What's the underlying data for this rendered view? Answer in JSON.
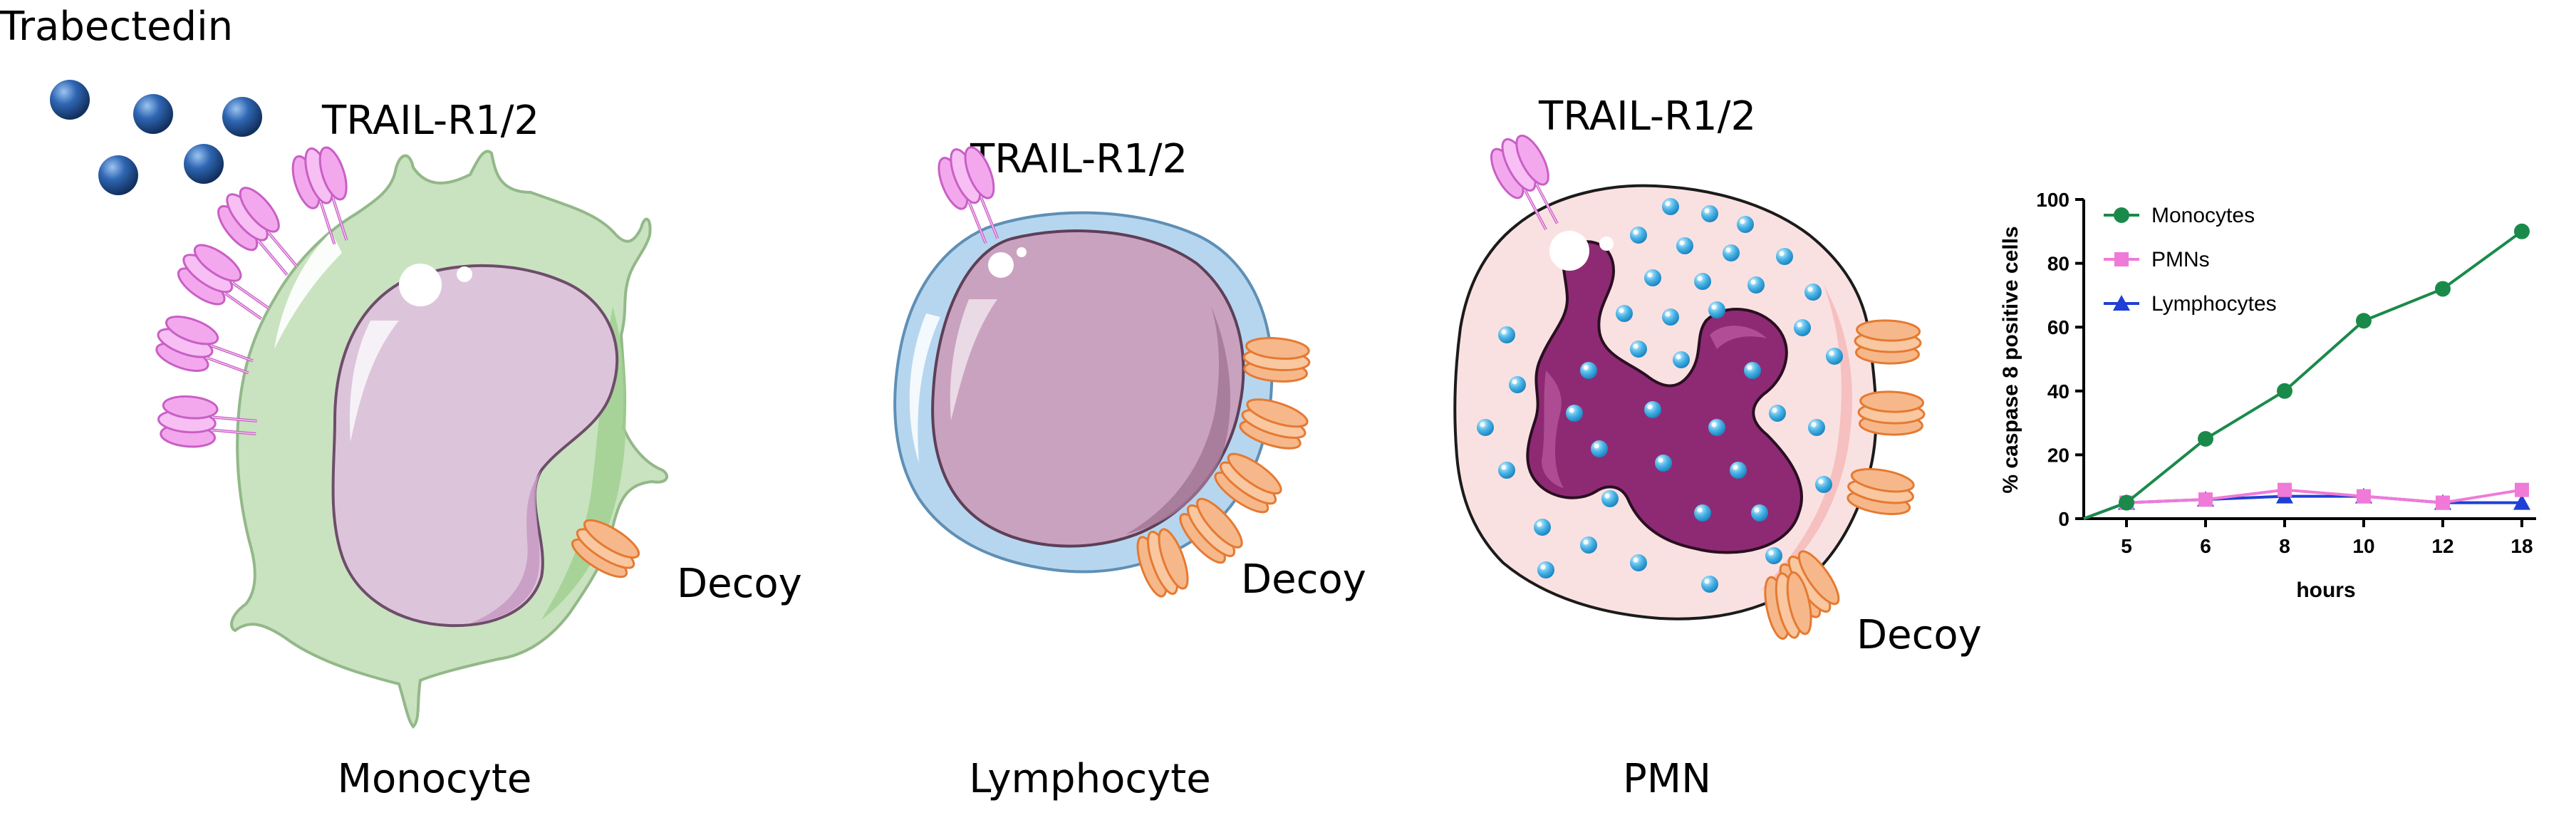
{
  "labels": {
    "trabectedin": "Trabectedin",
    "receptor": "TRAIL-R1/2",
    "decoy": "Decoy"
  },
  "cells": {
    "monocyte": "Monocyte",
    "lymphocyte": "Lymphocyte",
    "pmn": "PMN"
  },
  "colors": {
    "monocyte_series": "#1a8a4a",
    "pmn_series": "#f07ad8",
    "lymphocyte_series": "#1f3fd6",
    "receptor": "#f3a8ee",
    "decoy": "#f6b88a",
    "drug": "#2a5ea8"
  },
  "chart_data": {
    "type": "line",
    "xlabel": "hours",
    "ylabel": "% caspase 8 positive cells",
    "categories": [
      "5",
      "6",
      "8",
      "10",
      "12",
      "18"
    ],
    "ylim": [
      0,
      100
    ],
    "yticks": [
      0,
      20,
      40,
      60,
      80,
      100
    ],
    "legend_position": "top-left",
    "grid": false,
    "series": [
      {
        "name": "Monocytes",
        "marker": "circle",
        "values": [
          5,
          25,
          40,
          62,
          72,
          90
        ]
      },
      {
        "name": "PMNs",
        "marker": "square",
        "values": [
          5,
          6,
          9,
          7,
          5,
          9
        ]
      },
      {
        "name": "Lymphocytes",
        "marker": "triangle",
        "values": [
          5,
          6,
          7,
          7,
          5,
          5
        ]
      }
    ]
  }
}
